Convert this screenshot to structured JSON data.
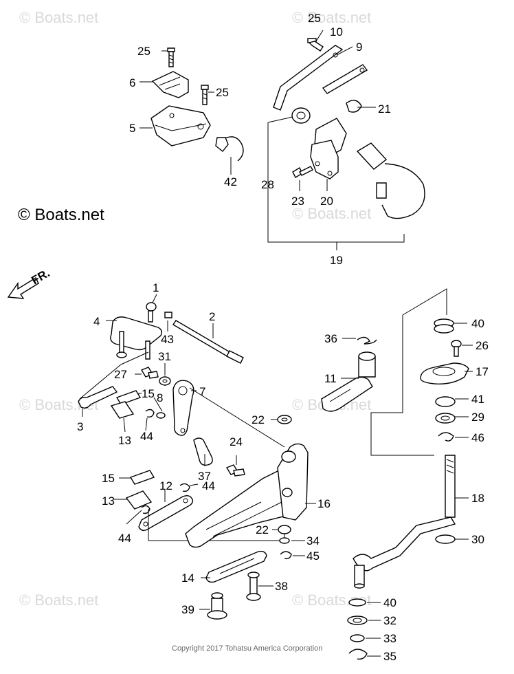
{
  "watermark_text": "© Boats.net",
  "brand_text": "© Boats.net",
  "direction_label": "FR.",
  "copyright": "Copyright 2017 Tohatsu America Corporation",
  "labels": {
    "n1": "1",
    "n2": "2",
    "n3": "3",
    "n4": "4",
    "n5": "5",
    "n6": "6",
    "n7": "7",
    "n8": "8",
    "n9": "9",
    "n10": "10",
    "n11": "11",
    "n12": "12",
    "n13a": "13",
    "n13b": "13",
    "n14": "14",
    "n15a": "15",
    "n15b": "15",
    "n16": "16",
    "n17": "17",
    "n18": "18",
    "n19": "19",
    "n20": "20",
    "n21": "21",
    "n22a": "22",
    "n22b": "22",
    "n23": "23",
    "n24": "24",
    "n25a": "25",
    "n25b": "25",
    "n25c": "25",
    "n26": "26",
    "n27": "27",
    "n28": "28",
    "n29": "29",
    "n30": "30",
    "n31": "31",
    "n32": "32",
    "n33": "33",
    "n34": "34",
    "n35": "35",
    "n36": "36",
    "n37": "37",
    "n38": "38",
    "n39": "39",
    "n40a": "40",
    "n40b": "40",
    "n41": "41",
    "n42": "42",
    "n43": "43",
    "n44a": "44",
    "n44b": "44",
    "n44c": "44",
    "n45": "45",
    "n46": "46"
  }
}
